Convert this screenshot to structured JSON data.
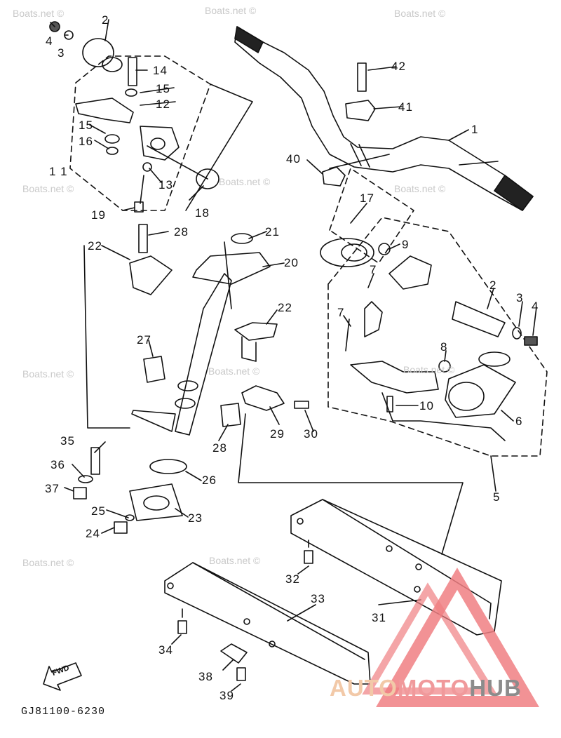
{
  "watermarks": [
    "Boats.net ©",
    "Boats.net ©",
    "Boats.net ©",
    "Boats.net ©",
    "Boats.net ©",
    "Boats.net ©",
    "Boats.net ©",
    "Boats.net ©",
    "Boats.net ©",
    "Boats.net ©",
    "Boats.net ©"
  ],
  "callouts": [
    "1",
    "2",
    "3",
    "4",
    "2",
    "3",
    "4",
    "5",
    "6",
    "7",
    "7",
    "8",
    "9",
    "10",
    "1 1",
    "12",
    "13",
    "14",
    "15",
    "15",
    "16",
    "17",
    "18",
    "19",
    "20",
    "21",
    "22",
    "22",
    "23",
    "24",
    "25",
    "26",
    "27",
    "28",
    "28",
    "29",
    "30",
    "31",
    "32",
    "33",
    "34",
    "35",
    "36",
    "37",
    "38",
    "39",
    "40",
    "41",
    "42"
  ],
  "fwd_label": "FWD",
  "diagram_code": "GJ81100-6230",
  "logo": {
    "part1": "AUTO",
    "part2": "MOTO",
    "part3": "HUB",
    "colors": {
      "auto": "#f2c9a8",
      "moto": "#f0999b",
      "hub": "#8c8c8c",
      "triangle": "#f07f82"
    }
  }
}
